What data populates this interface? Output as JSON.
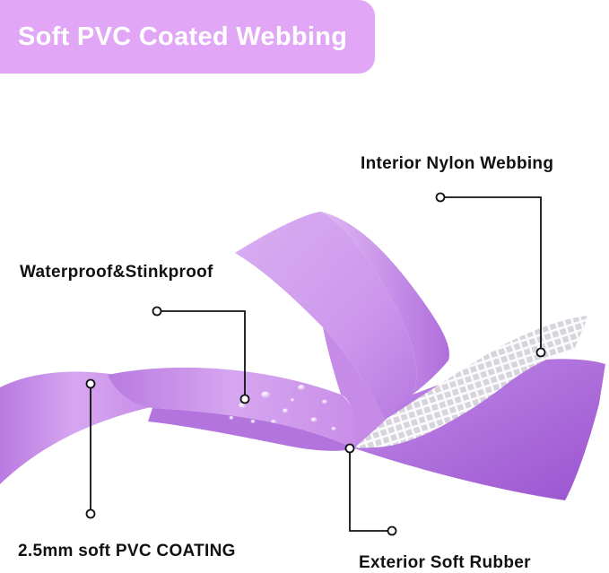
{
  "title": "Soft PVC Coated Webbing",
  "callouts": {
    "nylon": "Interior Nylon Webbing",
    "waterproof": "Waterproof&Stinkproof",
    "coating": "2.5mm soft PVC COATING",
    "rubber": "Exterior Soft Rubber"
  },
  "colors": {
    "banner": "#e2a6f7",
    "strap_light": "#d7a3ef",
    "strap_mid": "#c58be6",
    "strap_dark": "#a866d6",
    "mesh": "#f4f2f6",
    "line": "#111111"
  }
}
